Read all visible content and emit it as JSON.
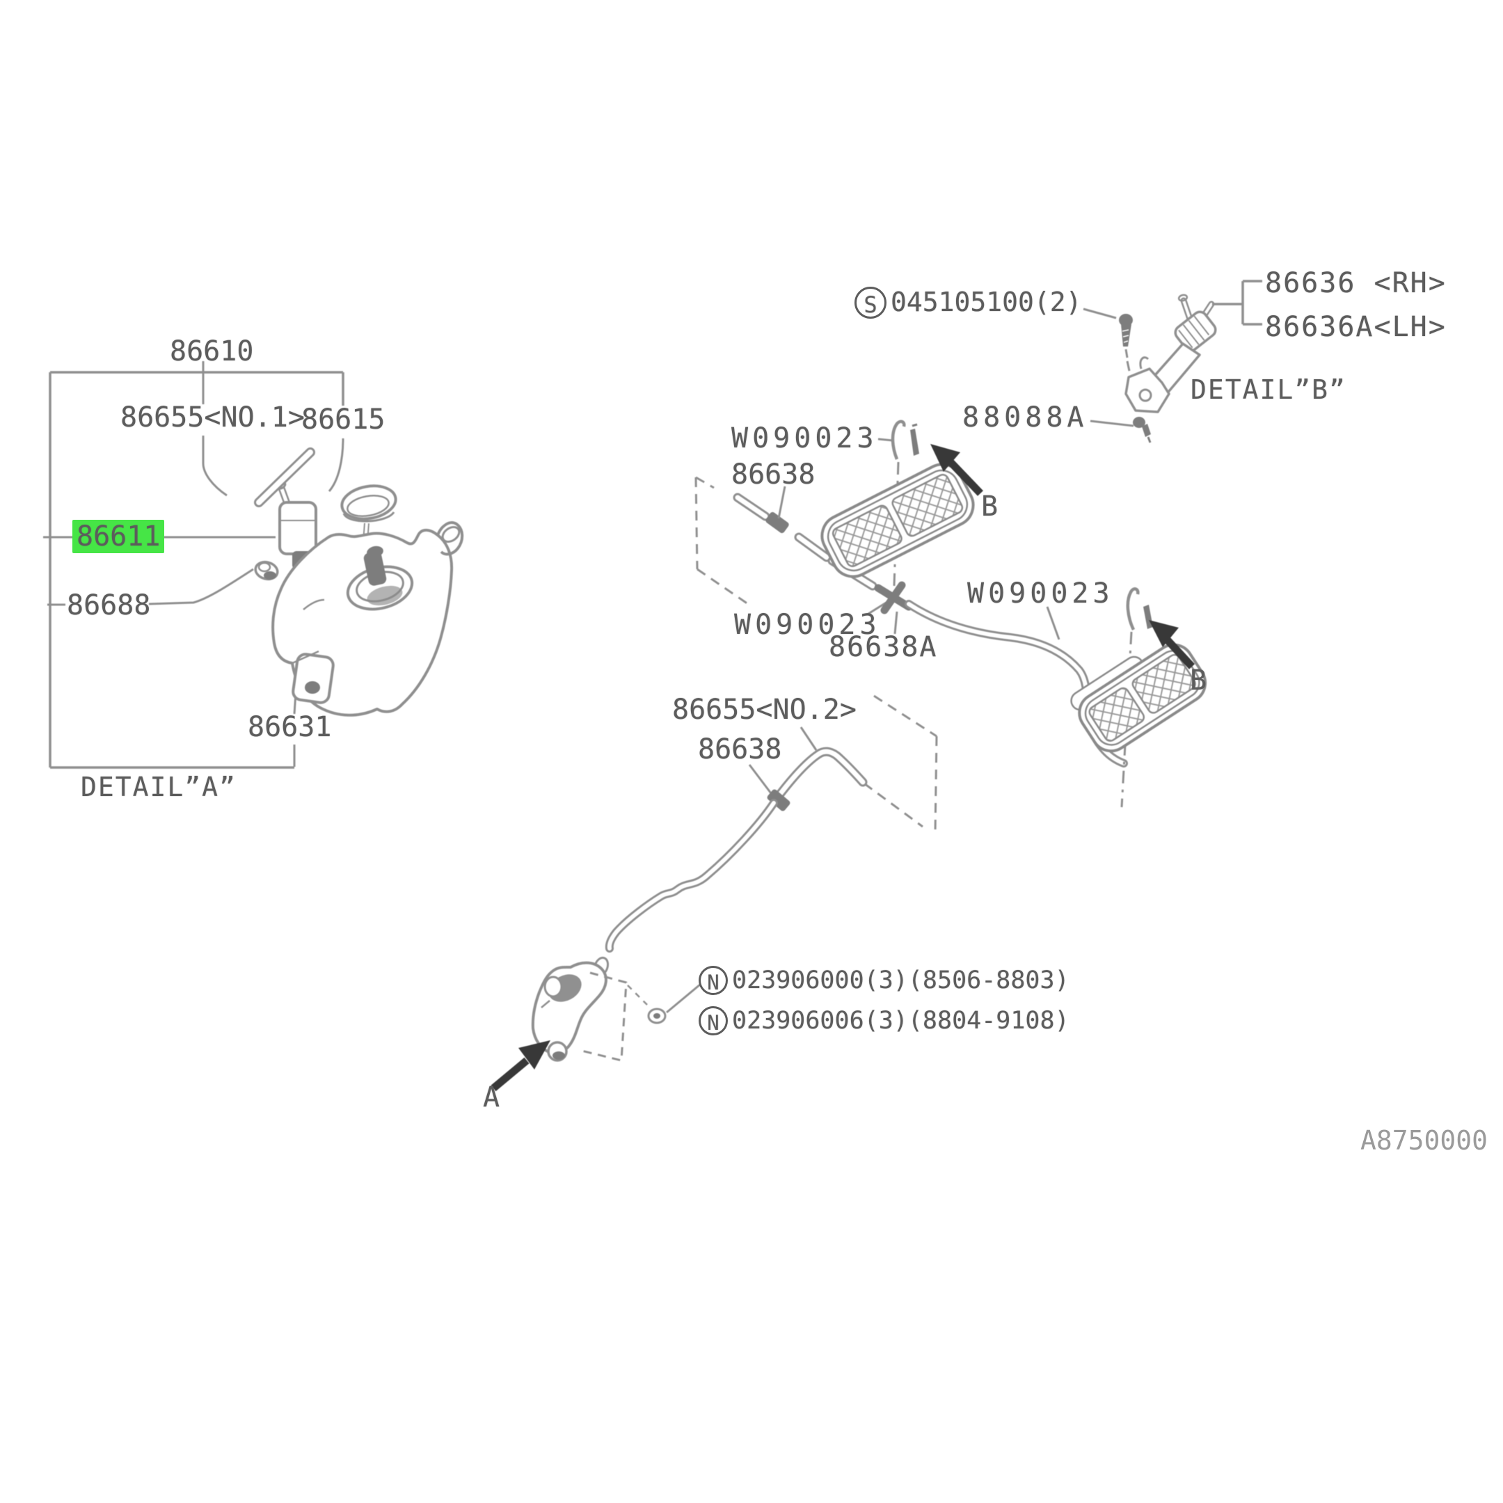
{
  "colors": {
    "highlight": "#46e546",
    "line": "#8f8f8f",
    "dark_fill": "#7d7d7d",
    "text": "#5c5c5c",
    "arrow": "#383838"
  },
  "detail_a": {
    "title": "DETAIL”A”",
    "parts": {
      "tank_assy": "86610",
      "hose_no1": "86655<NO.1>",
      "cap": "86615",
      "pump": "86611",
      "grommet": "86688",
      "tank": "86631"
    }
  },
  "detail_b": {
    "title": "DETAIL”B”",
    "screw_symbol": "S",
    "screw": "045105100(2)",
    "nozzle_rh": "86636 <RH>",
    "nozzle_lh": "86636A<LH>",
    "bolt": "88088A"
  },
  "main": {
    "clip_top": "W090023",
    "hose_top": "86638",
    "clip_mid": "W090023",
    "joint": "86638A",
    "clip_right": "W090023",
    "hose_no2": "86655<NO.2>",
    "hose_low": "86638",
    "view_b_top": "B",
    "view_b_right": "B",
    "view_a": "A",
    "nut_symbol": "N",
    "nut_spec_1": "023906000(3)(8506-8803)",
    "nut_spec_2": "023906006(3)(8804-9108)"
  },
  "footer": {
    "doc_code": "A8750000"
  }
}
